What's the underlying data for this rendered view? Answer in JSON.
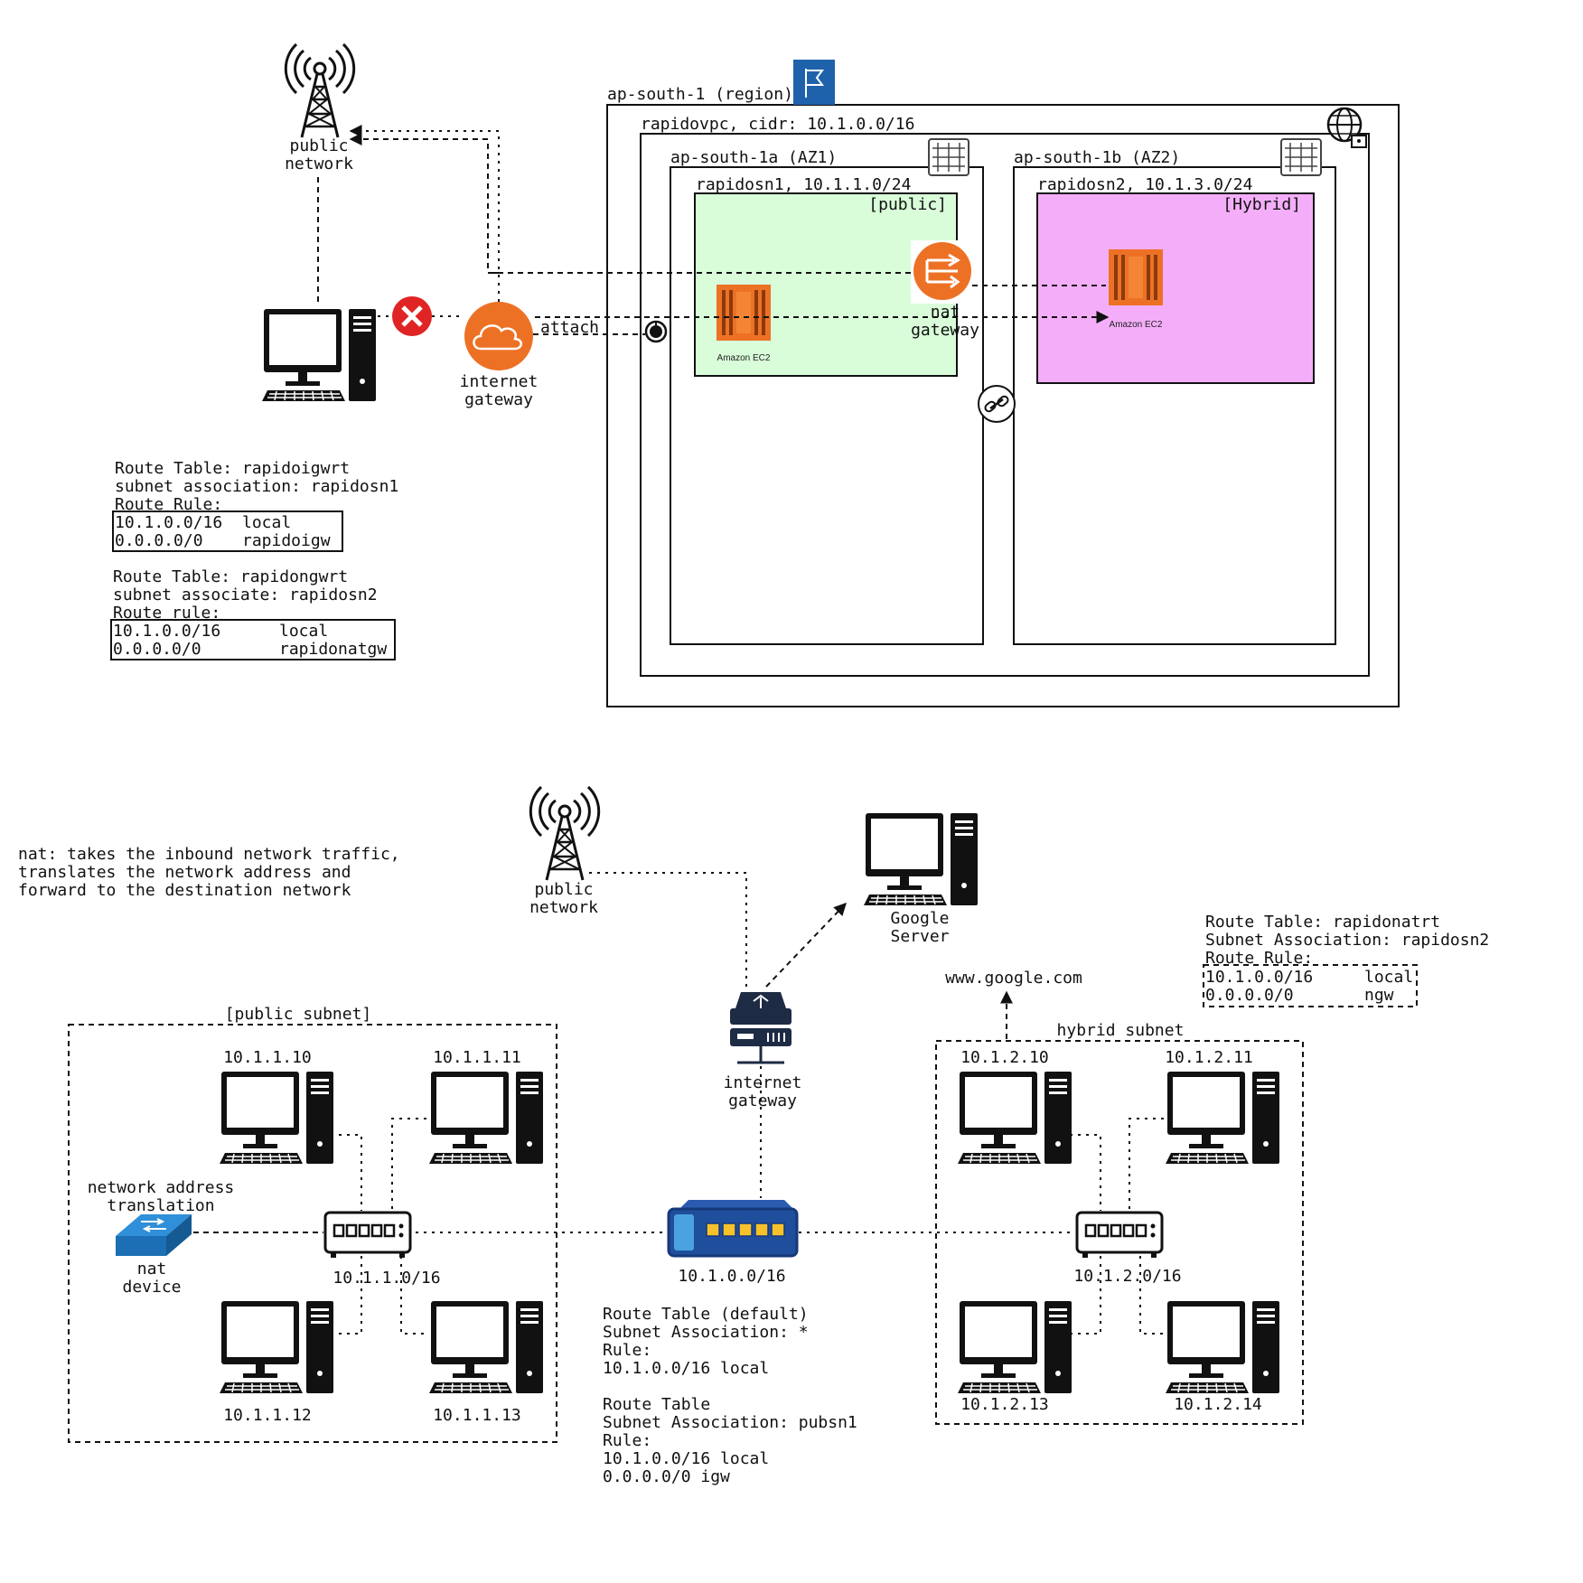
{
  "top": {
    "region_label": "ap-south-1 (region)",
    "vpc_label": "rapidovpc, cidr: 10.1.0.0/16",
    "az1_label": "ap-south-1a (AZ1)",
    "az2_label": "ap-south-1b (AZ2)",
    "sn1_label": "rapidosn1, 10.1.1.0/24",
    "sn1_tag": "[public]",
    "sn2_label": "rapidosn2, 10.1.3.0/24",
    "sn2_tag": "[Hybrid]",
    "ec2_label": "Amazon EC2",
    "nat_label_1": "nat",
    "nat_label_2": "gateway",
    "igw_label_1": "internet",
    "igw_label_2": "gateway",
    "attach_label": "attach",
    "public_label_1": "public",
    "public_label_2": "network",
    "rt1": {
      "line1": "Route Table: rapidoigwrt",
      "line2": "subnet association: rapidosn1",
      "line3": "Route Rule:",
      "rows": [
        {
          "dest": "10.1.0.0/16",
          "target": "local"
        },
        {
          "dest": "0.0.0.0/0",
          "target": "rapidoigw"
        }
      ]
    },
    "rt2": {
      "line1": "Route Table: rapidongwrt",
      "line2": "subnet associate: rapidosn2",
      "line3": "Route rule:",
      "rows": [
        {
          "dest": "10.1.0.0/16",
          "target": "local"
        },
        {
          "dest": "0.0.0.0/0",
          "target": "rapidonatgw"
        }
      ]
    }
  },
  "bottom": {
    "nat_note": [
      "nat: takes the inbound network traffic,",
      "translates the network address and",
      "forward to the destination network"
    ],
    "public_label_1": "public",
    "public_label_2": "network",
    "google_label_1": "Google",
    "google_label_2": "Server",
    "igw_label_1": "internet",
    "igw_label_2": "gateway",
    "www_label": "www.google.com",
    "public_subnet_label": "[public subnet]",
    "hybrid_subnet_label": "hybrid subnet",
    "hosts_public": [
      "10.1.1.10",
      "10.1.1.11",
      "10.1.1.12",
      "10.1.1.13"
    ],
    "hosts_hybrid": [
      "10.1.2.10",
      "10.1.2.11",
      "10.1.2.13",
      "10.1.2.14"
    ],
    "switch1_label": "10.1.1.0/16",
    "router_label": "10.1.0.0/16",
    "switch2_label": "10.1.2.0/16",
    "nat_device_title_1": "network address",
    "nat_device_title_2": "translation",
    "nat_device_label_1": "nat",
    "nat_device_label_2": "device",
    "rt_natrt": {
      "line1": "Route Table: rapidonatrt",
      "line2": "Subnet Association: rapidosn2",
      "line3": "Route Rule:",
      "rows": [
        {
          "dest": "10.1.0.0/16",
          "target": "local"
        },
        {
          "dest": "0.0.0.0/0",
          "target": "ngw"
        }
      ]
    },
    "rt_default": [
      "Route Table (default)",
      "Subnet Association: *",
      "Rule:",
      "10.1.0.0/16 local",
      "",
      "Route Table",
      "Subnet Association: pubsn1",
      "Rule:",
      "10.1.0.0/16 local",
      "0.0.0.0/0   igw"
    ]
  },
  "colors": {
    "public_subnet_fill": "#d9fdd9",
    "hybrid_subnet_fill": "#f4aef9",
    "aws_orange": "#ed7125",
    "region_flag": "#1f62ac",
    "blocked_red": "#e02424",
    "router_blue": "#1f4e9c"
  }
}
